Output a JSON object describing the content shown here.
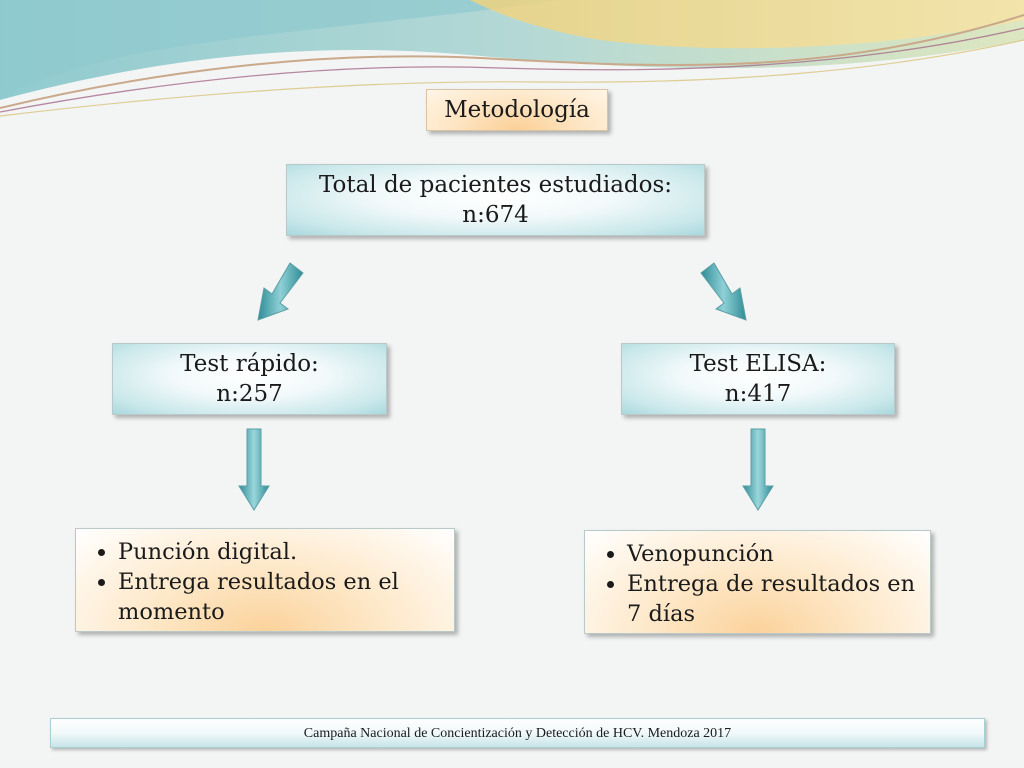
{
  "title": "Metodología",
  "root": {
    "line1": "Total de pacientes estudiados:",
    "line2": "n:674"
  },
  "left": {
    "line1": "Test rápido:",
    "line2": "n:257",
    "bullets": [
      "Punción digital.",
      "Entrega resultados  en el momento"
    ]
  },
  "right": {
    "line1": "Test ELISA:",
    "line2": "n:417",
    "bullets": [
      "Venopunción",
      "Entrega de resultados en 7 días"
    ]
  },
  "footer": "Campaña  Nacional  de Concientización y Detección  de HCV. Mendoza 2017",
  "colors": {
    "teal_arrow": "#3e9aa4",
    "peach": "#fbd29b",
    "teal_box": "#a9d8dd"
  }
}
